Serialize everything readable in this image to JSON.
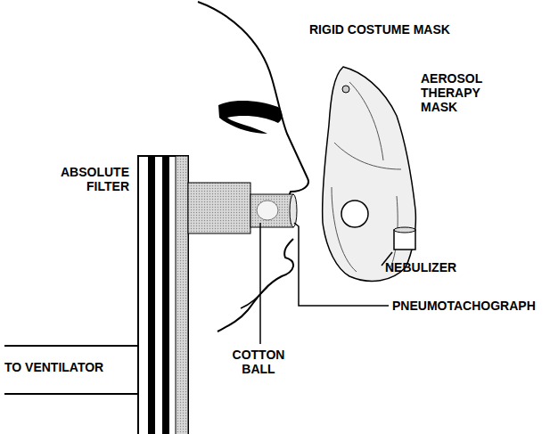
{
  "diagram": {
    "labels": [
      "RIGID COSTUME MASK",
      "AEROSOL THERAPY MASK",
      "ABSOLUTE FILTER",
      "NEBULIZER",
      "PNEUMOTACHOGRAPH",
      "TO VENTILATOR",
      "COTTON BALL"
    ]
  }
}
